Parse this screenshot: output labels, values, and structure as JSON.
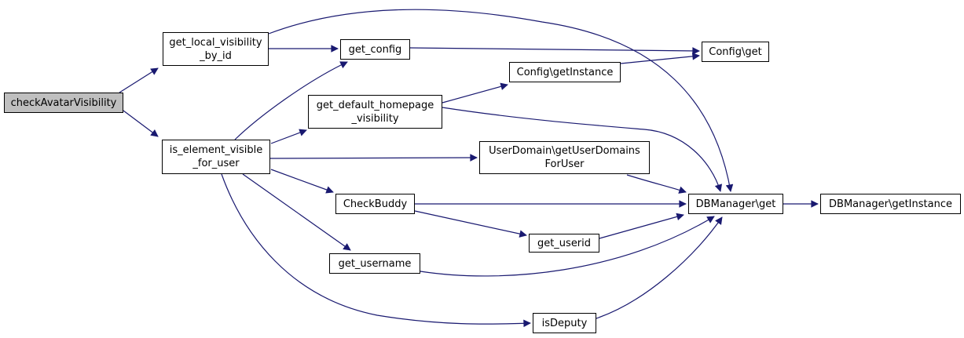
{
  "diagram": {
    "type": "call-graph",
    "root": "checkAvatarVisibility",
    "colors": {
      "edge": "#191970",
      "node_fill": "#ffffff",
      "node_border": "#000000",
      "highlight_fill": "#bfbfbf",
      "background": "#ffffff",
      "text": "#000000"
    },
    "nodes": [
      {
        "id": "checkAvatarVisibility",
        "label": "checkAvatarVisibility",
        "highlighted": true
      },
      {
        "id": "get_local_visibility_by_id",
        "label": "get_local_visibility\n_by_id",
        "highlighted": false
      },
      {
        "id": "get_config",
        "label": "get_config",
        "highlighted": false
      },
      {
        "id": "config_getinstance",
        "label": "Config\\getInstance",
        "highlighted": false
      },
      {
        "id": "config_get",
        "label": "Config\\get",
        "highlighted": false
      },
      {
        "id": "get_default_homepage_visibility",
        "label": "get_default_homepage\n_visibility",
        "highlighted": false
      },
      {
        "id": "is_element_visible_for_user",
        "label": "is_element_visible\n_for_user",
        "highlighted": false
      },
      {
        "id": "userdomain_getuserdomainsforuser",
        "label": "UserDomain\\getUserDomains\nForUser",
        "highlighted": false
      },
      {
        "id": "checkbuddy",
        "label": "CheckBuddy",
        "highlighted": false
      },
      {
        "id": "dbmanager_get",
        "label": "DBManager\\get",
        "highlighted": false
      },
      {
        "id": "dbmanager_getinstance",
        "label": "DBManager\\getInstance",
        "highlighted": false
      },
      {
        "id": "get_userid",
        "label": "get_userid",
        "highlighted": false
      },
      {
        "id": "get_username",
        "label": "get_username",
        "highlighted": false
      },
      {
        "id": "isdeputy",
        "label": "isDeputy",
        "highlighted": false
      }
    ],
    "edges": [
      {
        "from": "checkAvatarVisibility",
        "to": "get_local_visibility_by_id"
      },
      {
        "from": "checkAvatarVisibility",
        "to": "is_element_visible_for_user"
      },
      {
        "from": "get_local_visibility_by_id",
        "to": "get_config"
      },
      {
        "from": "get_local_visibility_by_id",
        "to": "dbmanager_get"
      },
      {
        "from": "get_config",
        "to": "config_get"
      },
      {
        "from": "config_getinstance",
        "to": "config_get"
      },
      {
        "from": "is_element_visible_for_user",
        "to": "get_config"
      },
      {
        "from": "is_element_visible_for_user",
        "to": "get_default_homepage_visibility"
      },
      {
        "from": "is_element_visible_for_user",
        "to": "userdomain_getuserdomainsforuser"
      },
      {
        "from": "is_element_visible_for_user",
        "to": "checkbuddy"
      },
      {
        "from": "is_element_visible_for_user",
        "to": "get_username"
      },
      {
        "from": "is_element_visible_for_user",
        "to": "isdeputy"
      },
      {
        "from": "get_default_homepage_visibility",
        "to": "config_getinstance"
      },
      {
        "from": "get_default_homepage_visibility",
        "to": "dbmanager_get"
      },
      {
        "from": "userdomain_getuserdomainsforuser",
        "to": "dbmanager_get"
      },
      {
        "from": "checkbuddy",
        "to": "dbmanager_get"
      },
      {
        "from": "checkbuddy",
        "to": "get_userid"
      },
      {
        "from": "get_userid",
        "to": "dbmanager_get"
      },
      {
        "from": "get_username",
        "to": "dbmanager_get"
      },
      {
        "from": "isdeputy",
        "to": "dbmanager_get"
      },
      {
        "from": "dbmanager_get",
        "to": "dbmanager_getinstance"
      }
    ]
  }
}
